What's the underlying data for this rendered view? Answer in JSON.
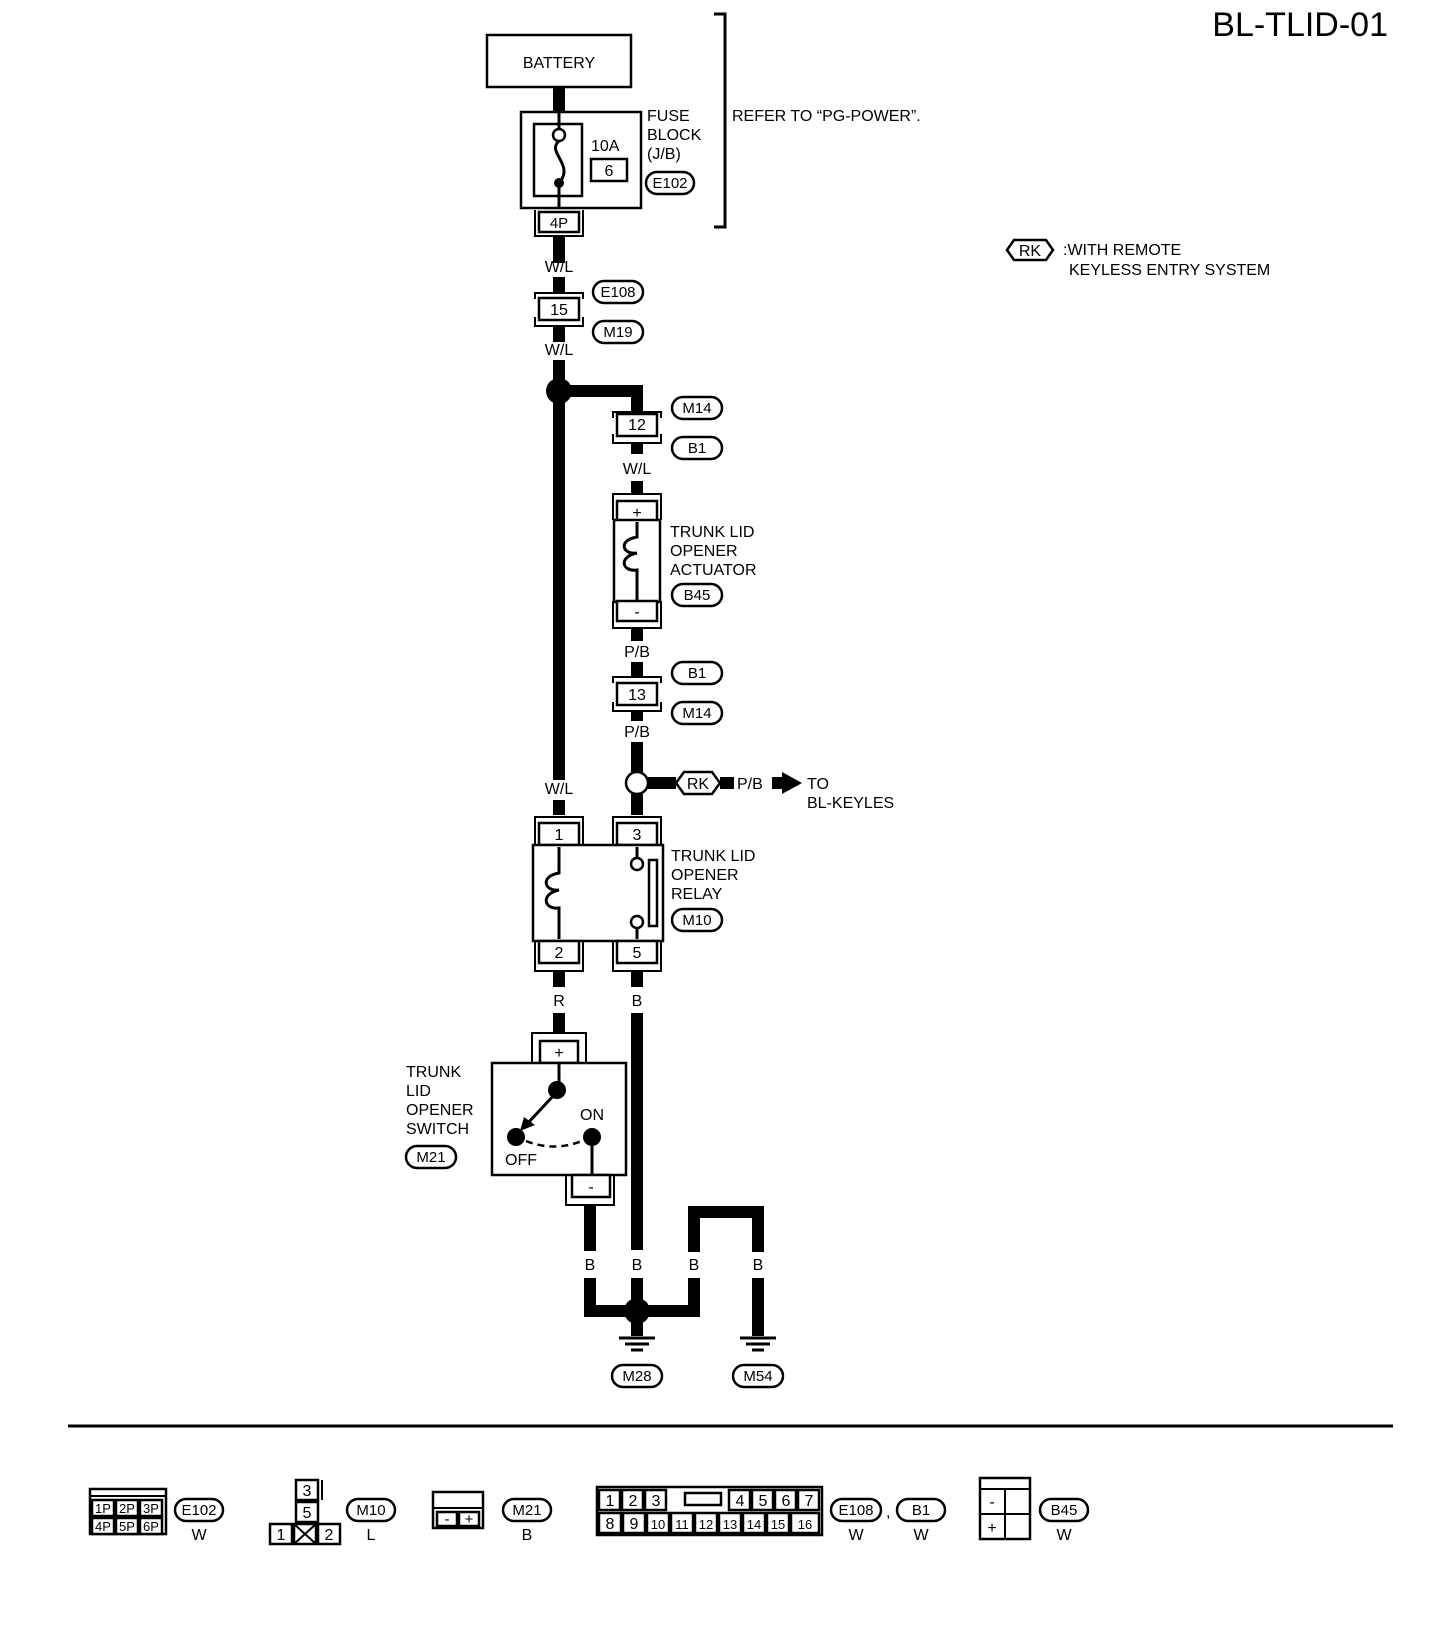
{
  "diagram_id": "BL-TLID-01",
  "legend": {
    "symbol": "RK",
    "line1": ":WITH REMOTE",
    "line2": "KEYLESS ENTRY SYSTEM"
  },
  "battery": "BATTERY",
  "fuse_block": {
    "line1": "FUSE",
    "line2": "BLOCK",
    "line3": "(J/B)",
    "amp": "10A",
    "num": "6",
    "pin": "4P",
    "connector": "E102"
  },
  "refer_note": "REFER TO “PG-POWER”.",
  "wires": {
    "wl": "W/L",
    "pb": "P/B",
    "r": "R",
    "b": "B"
  },
  "joint_15": {
    "pin": "15",
    "conn_a": "E108",
    "conn_b": "M19"
  },
  "joint_12": {
    "pin": "12",
    "conn_a": "M14",
    "conn_b": "B1"
  },
  "joint_13": {
    "pin": "13",
    "conn_a": "B1",
    "conn_b": "M14"
  },
  "actuator": {
    "line1": "TRUNK LID",
    "line2": "OPENER",
    "line3": "ACTUATOR",
    "connector": "B45",
    "plus": "+",
    "minus": "-"
  },
  "rk_branch": {
    "tag": "RK",
    "wire": "P/B",
    "to1": "TO",
    "to2": "BL-KEYLES"
  },
  "relay": {
    "line1": "TRUNK LID",
    "line2": "OPENER",
    "line3": "RELAY",
    "connector": "M10",
    "p1": "1",
    "p2": "2",
    "p3": "3",
    "p5": "5"
  },
  "switch": {
    "line1": "TRUNK",
    "line2": "LID",
    "line3": "OPENER",
    "line4": "SWITCH",
    "connector": "M21",
    "on": "ON",
    "off": "OFF",
    "plus": "+",
    "minus": "-"
  },
  "grounds": {
    "g1": "M28",
    "g2": "M54"
  },
  "connectors_footer": {
    "e102": {
      "pins_top": [
        "1P",
        "2P",
        "3P"
      ],
      "pins_bottom": [
        "4P",
        "5P",
        "6P"
      ],
      "label": "E102",
      "color": "W"
    },
    "m10": {
      "pins": [
        "3",
        "5",
        "1",
        "2"
      ],
      "label": "M10",
      "color": "L"
    },
    "m21": {
      "pins": [
        "-",
        "+"
      ],
      "label": "M21",
      "color": "B"
    },
    "e108": {
      "pins_top": [
        "1",
        "2",
        "3",
        "4",
        "5",
        "6",
        "7"
      ],
      "pins_bottom": [
        "8",
        "9",
        "10",
        "11",
        "12",
        "13",
        "14",
        "15",
        "16"
      ],
      "label_a": "E108",
      "color_a": "W",
      "sep": ",",
      "label_b": "B1",
      "color_b": "W"
    },
    "b45": {
      "pins": [
        "-",
        "+"
      ],
      "label": "B45",
      "color": "W"
    }
  }
}
